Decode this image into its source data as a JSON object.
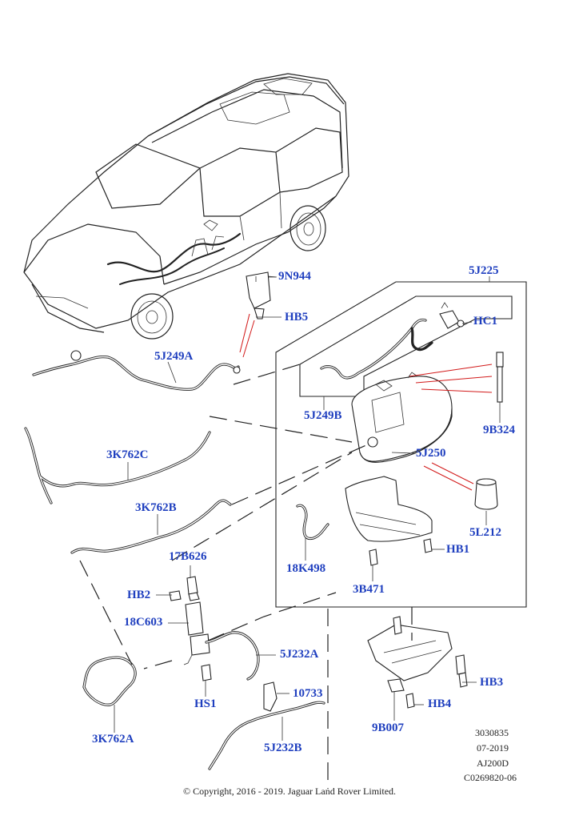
{
  "labels": {
    "p_5J225": "5J225",
    "p_9N944": "9N944",
    "p_HB5": "HB5",
    "p_HC1": "HC1",
    "p_5J249A": "5J249A",
    "p_5J249B": "5J249B",
    "p_9B324": "9B324",
    "p_3K762C": "3K762C",
    "p_5J250": "5J250",
    "p_3K762B": "3K762B",
    "p_5L212": "5L212",
    "p_HB1": "HB1",
    "p_17B626": "17B626",
    "p_18K498": "18K498",
    "p_HB2": "HB2",
    "p_3B471": "3B471",
    "p_18C603": "18C603",
    "p_5J232A": "5J232A",
    "p_HB3": "HB3",
    "p_HS1": "HS1",
    "p_10733": "10733",
    "p_HB4": "HB4",
    "p_3K762A": "3K762A",
    "p_5J232B": "5J232B",
    "p_9B007": "9B007"
  },
  "meta": {
    "ref_number": "3030835",
    "date": "07-2019",
    "model_code": "AJ200D",
    "illustration_code": "C0269820-06"
  },
  "copyright": "© Copyright, 2016 - 2019. Jaguar Land Rover Limited.",
  "colors": {
    "label": "#1f3fbf",
    "leader_red": "#d21a1a",
    "line": "#222222"
  }
}
